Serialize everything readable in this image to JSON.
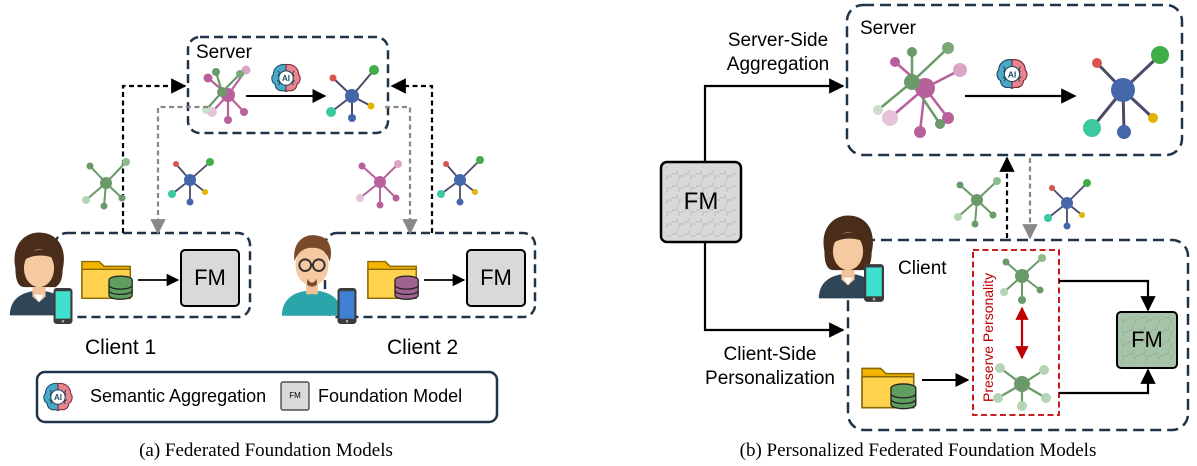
{
  "panel_a": {
    "server_label": "Server",
    "fm_label": "FM",
    "client1_label": "Client 1",
    "client2_label": "Client 2",
    "legend": {
      "semantic_label": "Semantic Aggregation",
      "fm_icon_text": "FM",
      "foundation_label": "Foundation Model"
    },
    "caption": "(a) Federated Foundation Models"
  },
  "panel_b": {
    "server_label": "Server",
    "server_side_line1": "Server-Side",
    "server_side_line2": "Aggregation",
    "fm_big_label": "FM",
    "client_label": "Client",
    "client_side_line1": "Client-Side",
    "client_side_line2": "Personalization",
    "preserve_label": "Preserve Personality",
    "fm_client_label": "FM",
    "caption": "(b) Personalized Federated Foundation Models"
  },
  "colors": {
    "dashed_border": "#1f3349",
    "fm_fill": "#d9d9d9",
    "fm_fill_green": "#a8c4a8",
    "preserve_red": "#c00000",
    "green_node": "#6a9a6a",
    "purple_node": "#b8609b",
    "blue_node": "#4466aa"
  }
}
